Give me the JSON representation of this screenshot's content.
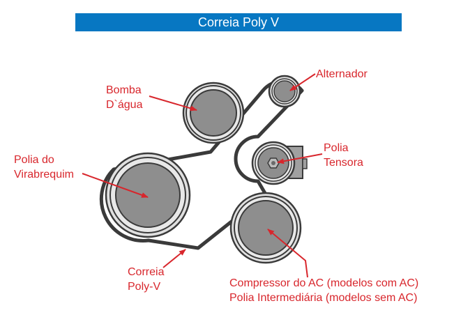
{
  "title": "Correia Poly V",
  "colors": {
    "title_bg": "#0777c2",
    "title_text": "#ffffff",
    "label": "#d8262c",
    "belt": "#3a3a3a",
    "pulley_outer": "#e0e0e0",
    "pulley_inner": "#8e8e8e"
  },
  "labels": {
    "alternador": "Alternador",
    "bomba_line1": "Bomba",
    "bomba_line2": "D`água",
    "tensora_line1": "Polia",
    "tensora_line2": "Tensora",
    "virabrequim_line1": "Polia do",
    "virabrequim_line2": "Virabrequim",
    "correia_line1": "Correia",
    "correia_line2": "Poly-V",
    "compressor_line1": "Compressor do AC (modelos com AC)",
    "compressor_line2": "Polia Intermediária (modelos sem AC)"
  }
}
